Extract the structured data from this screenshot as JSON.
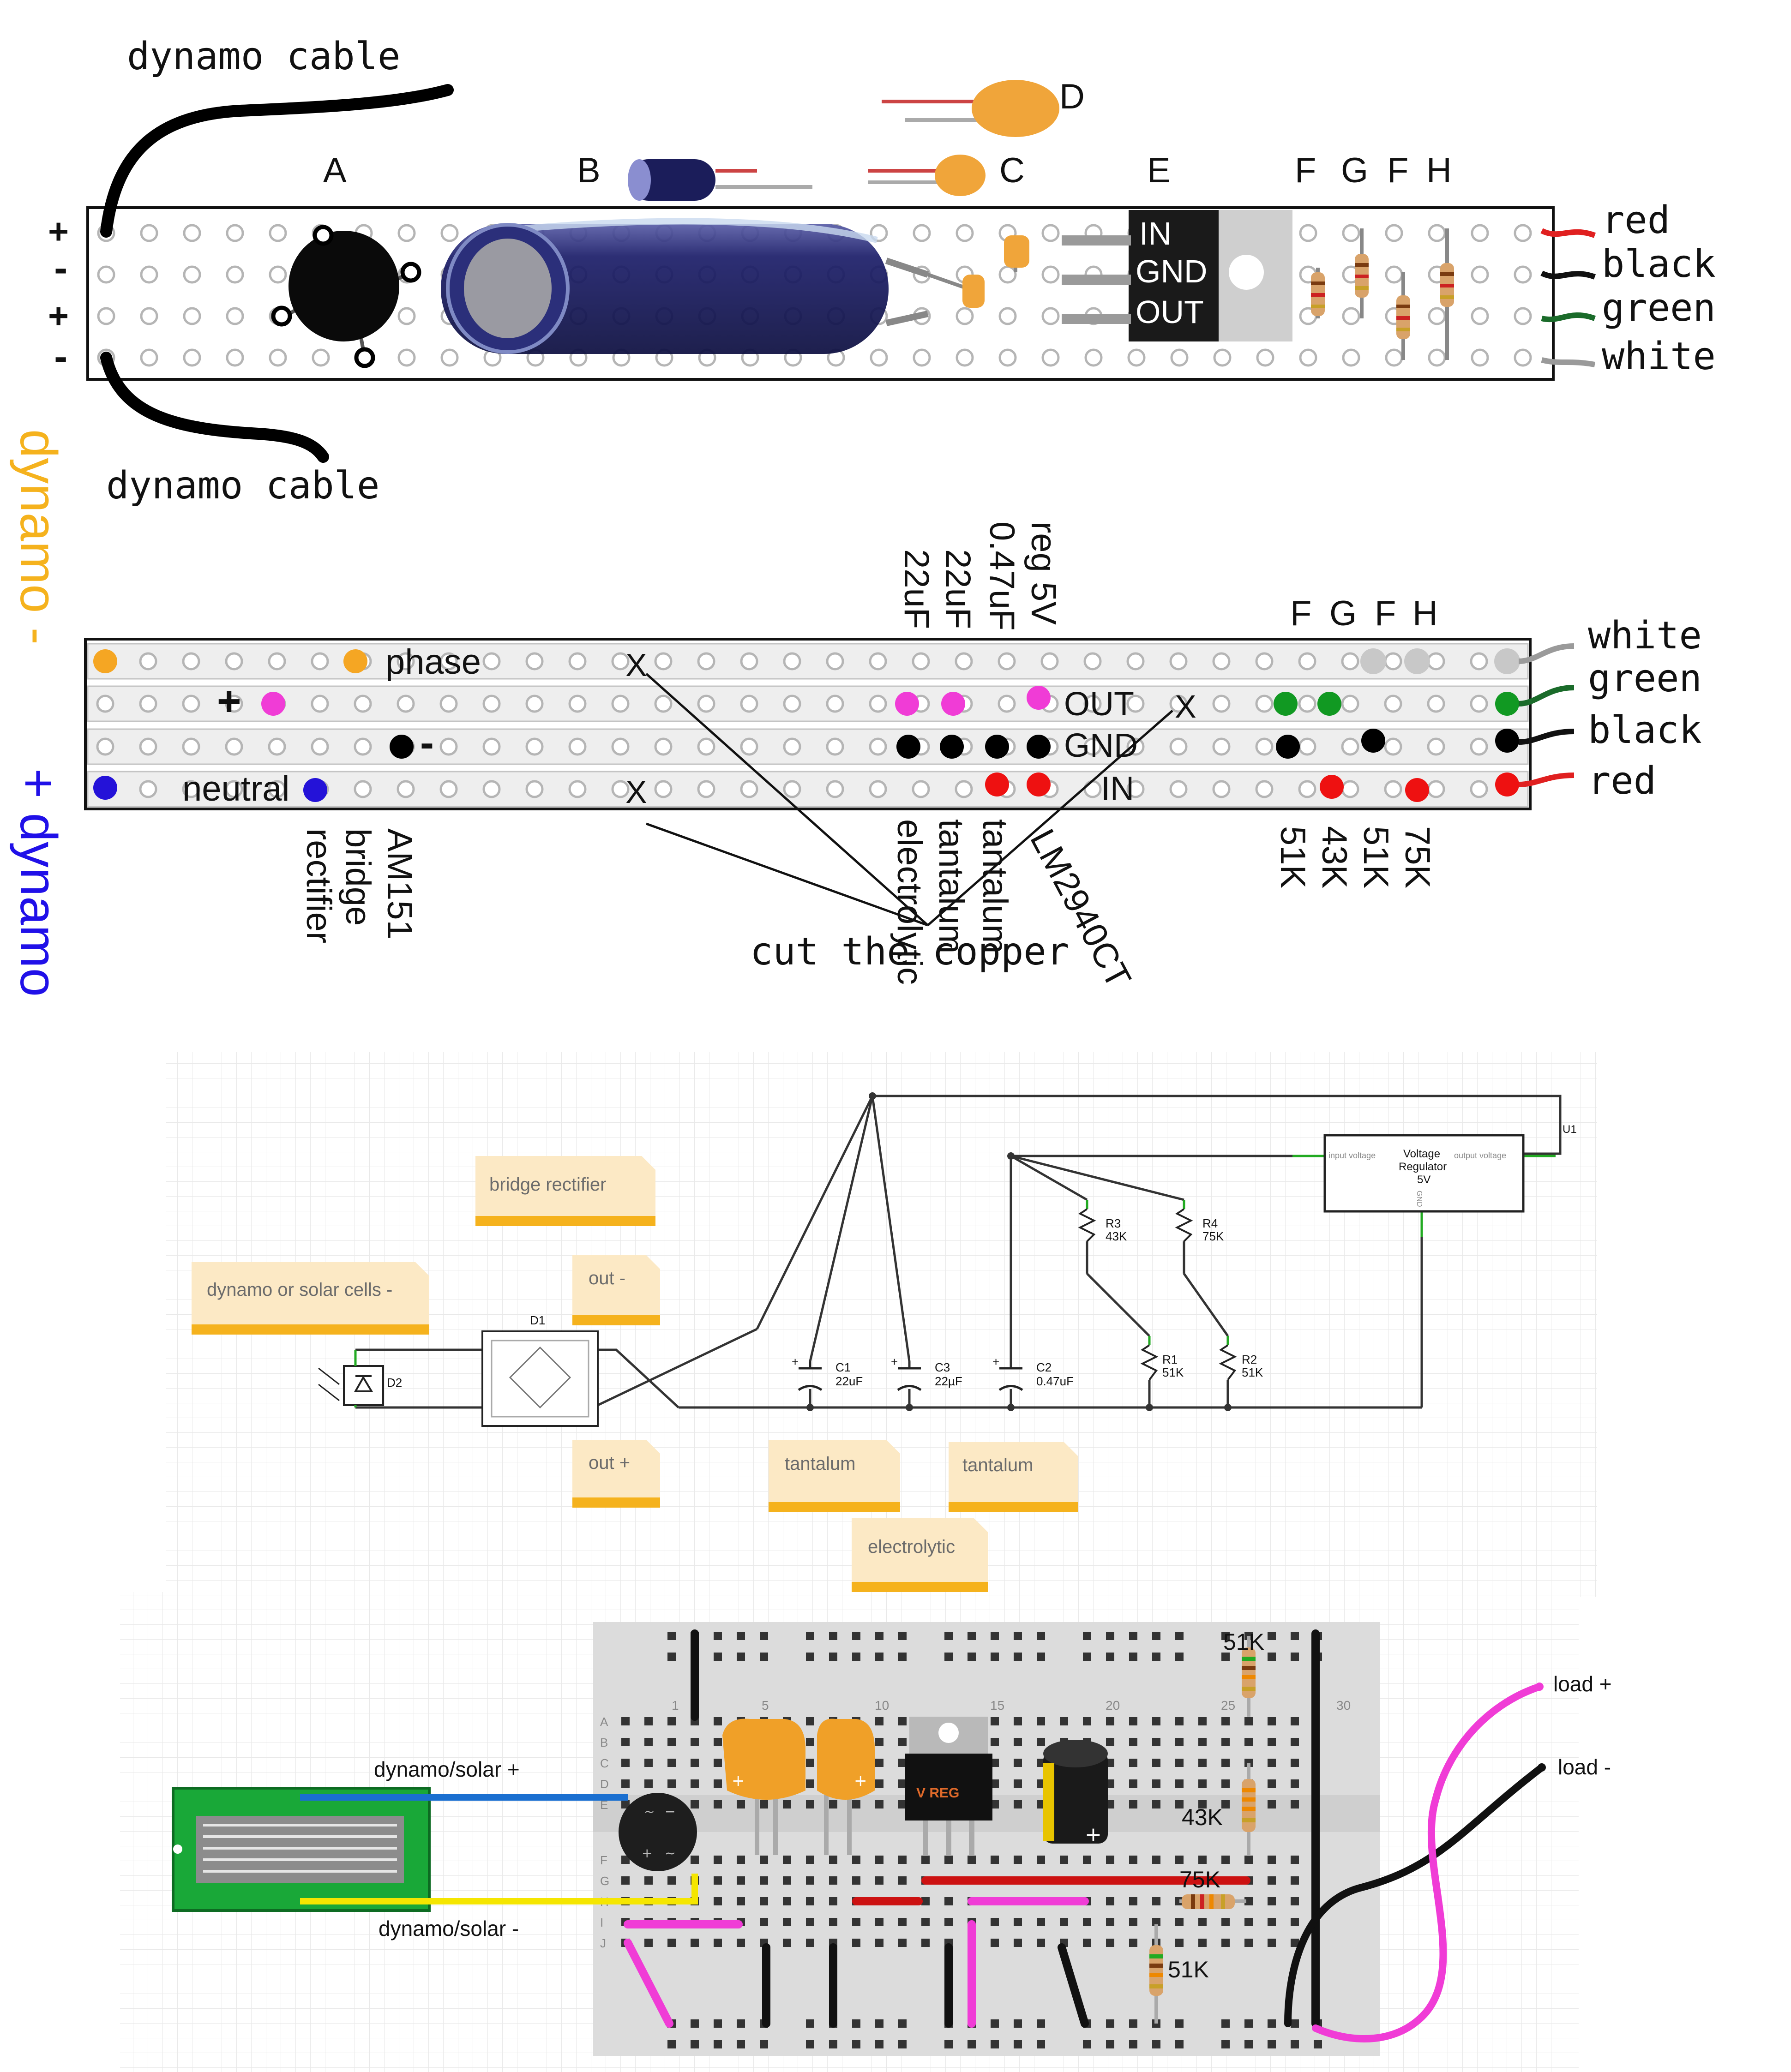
{
  "stripboard1": {
    "top_label": "dynamo cable",
    "bottom_label": "dynamo cable",
    "rail_signs": [
      "+",
      "-",
      "+",
      "-"
    ],
    "col_letters": [
      "A",
      "B",
      "C",
      "D",
      "E",
      "F",
      "G",
      "F",
      "H"
    ],
    "regulator_pins": [
      "IN",
      "GND",
      "OUT"
    ],
    "wires": [
      "red",
      "black",
      "green",
      "white"
    ],
    "wire_colors": [
      "#e02020",
      "#111111",
      "#1a6b2a",
      "#9a9a9a"
    ]
  },
  "side": {
    "dynamo_minus": "dynamo -",
    "dynamo_plus": "+ dynamo",
    "minus_color": "#f5b21d",
    "plus_color": "#2010e8"
  },
  "stripboard2": {
    "phase": "phase",
    "neutral": "neutral",
    "plus": "+",
    "minus": "-",
    "out": "OUT",
    "gnd": "GND",
    "in": "IN",
    "top_labels": [
      "22uF",
      "22uF",
      "0.47uF",
      "reg 5V"
    ],
    "col_letters": [
      "F",
      "G",
      "F",
      "H"
    ],
    "bottom_labels": [
      "AM151",
      "bridge",
      "rectifier"
    ],
    "part_labels": [
      "electrolytic",
      "tantalum",
      "tantalum",
      "LM2940CT"
    ],
    "resistors": [
      "51K",
      "43K",
      "51K",
      "75K"
    ],
    "cut_mark": "X",
    "cut_note": "cut the copper",
    "wires": [
      "white",
      "green",
      "black",
      "red"
    ],
    "wire_colors": [
      "#9a9a9a",
      "#1a6b2a",
      "#111111",
      "#e02020"
    ],
    "dot_colors": {
      "phase": "#f5a623",
      "plus": "#f03cd6",
      "minus": "#000000",
      "neutral": "#2412d8",
      "in": "#ee1111"
    }
  },
  "schematic": {
    "notes": [
      "bridge rectifier",
      "dynamo or solar cells -",
      "out -",
      "out +",
      "tantalum",
      "tantalum",
      "electrolytic"
    ],
    "d1": "D1",
    "d2": "D2",
    "u1": "U1",
    "regulator": [
      "Voltage",
      "Regulator",
      "5V"
    ],
    "reg_input": "input voltage",
    "reg_output": "output voltage",
    "reg_gnd": "GND",
    "caps": [
      {
        "ref": "C1",
        "val": "22uF"
      },
      {
        "ref": "C3",
        "val": "22µF"
      },
      {
        "ref": "C2",
        "val": "0.47uF"
      }
    ],
    "resistors": [
      {
        "ref": "R3",
        "val": "43K"
      },
      {
        "ref": "R4",
        "val": "75K"
      },
      {
        "ref": "R1",
        "val": "51K"
      },
      {
        "ref": "R2",
        "val": "51K"
      }
    ]
  },
  "breadboard": {
    "col_numbers": [
      "1",
      "5",
      "10",
      "15",
      "20",
      "25",
      "30"
    ],
    "row_letters": [
      "A",
      "B",
      "C",
      "D",
      "E",
      "F",
      "G",
      "H",
      "I",
      "J"
    ],
    "solar_plus": "dynamo/solar +",
    "solar_minus": "dynamo/solar -",
    "load_plus": "load +",
    "load_minus": "load -",
    "vreg": "V REG",
    "resistor_labels": [
      "51K",
      "43K",
      "75K",
      "51K"
    ]
  }
}
